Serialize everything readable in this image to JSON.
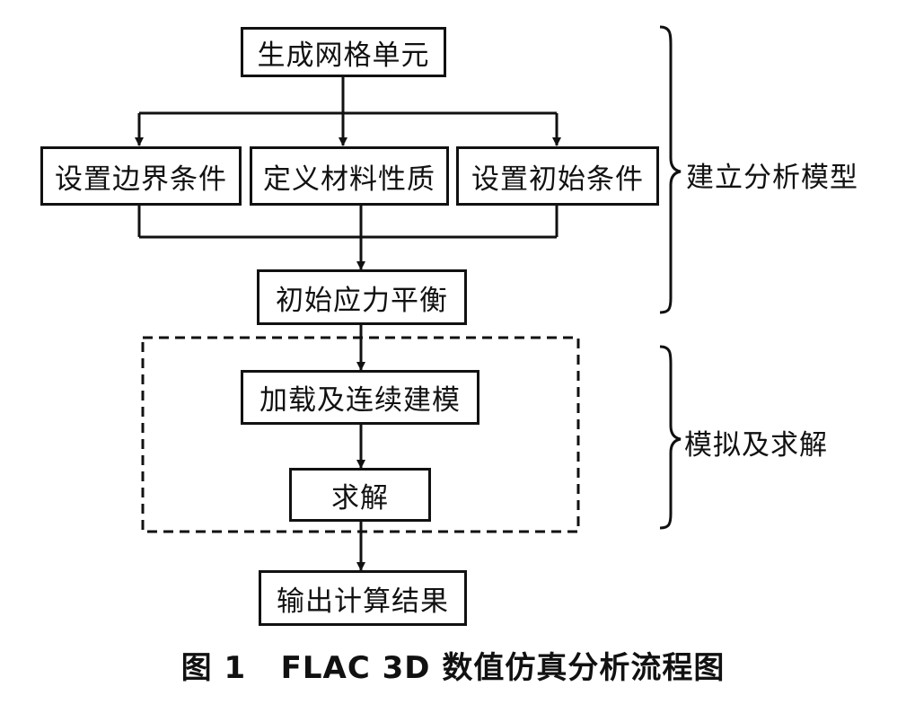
{
  "nodes": {
    "generate_mesh": "生成网格单元",
    "boundary_conditions": "设置边界条件",
    "material_properties": "定义材料性质",
    "initial_conditions": "设置初始条件",
    "initial_stress_balance": "初始应力平衡",
    "loading_modeling": "加载及连续建模",
    "solve": "求解",
    "output_results": "输出计算结果"
  },
  "groups": {
    "build_model": "建立分析模型",
    "simulate_solve": "模拟及求解"
  },
  "caption": "图 1   FLAC 3D 数值仿真分析流程图"
}
